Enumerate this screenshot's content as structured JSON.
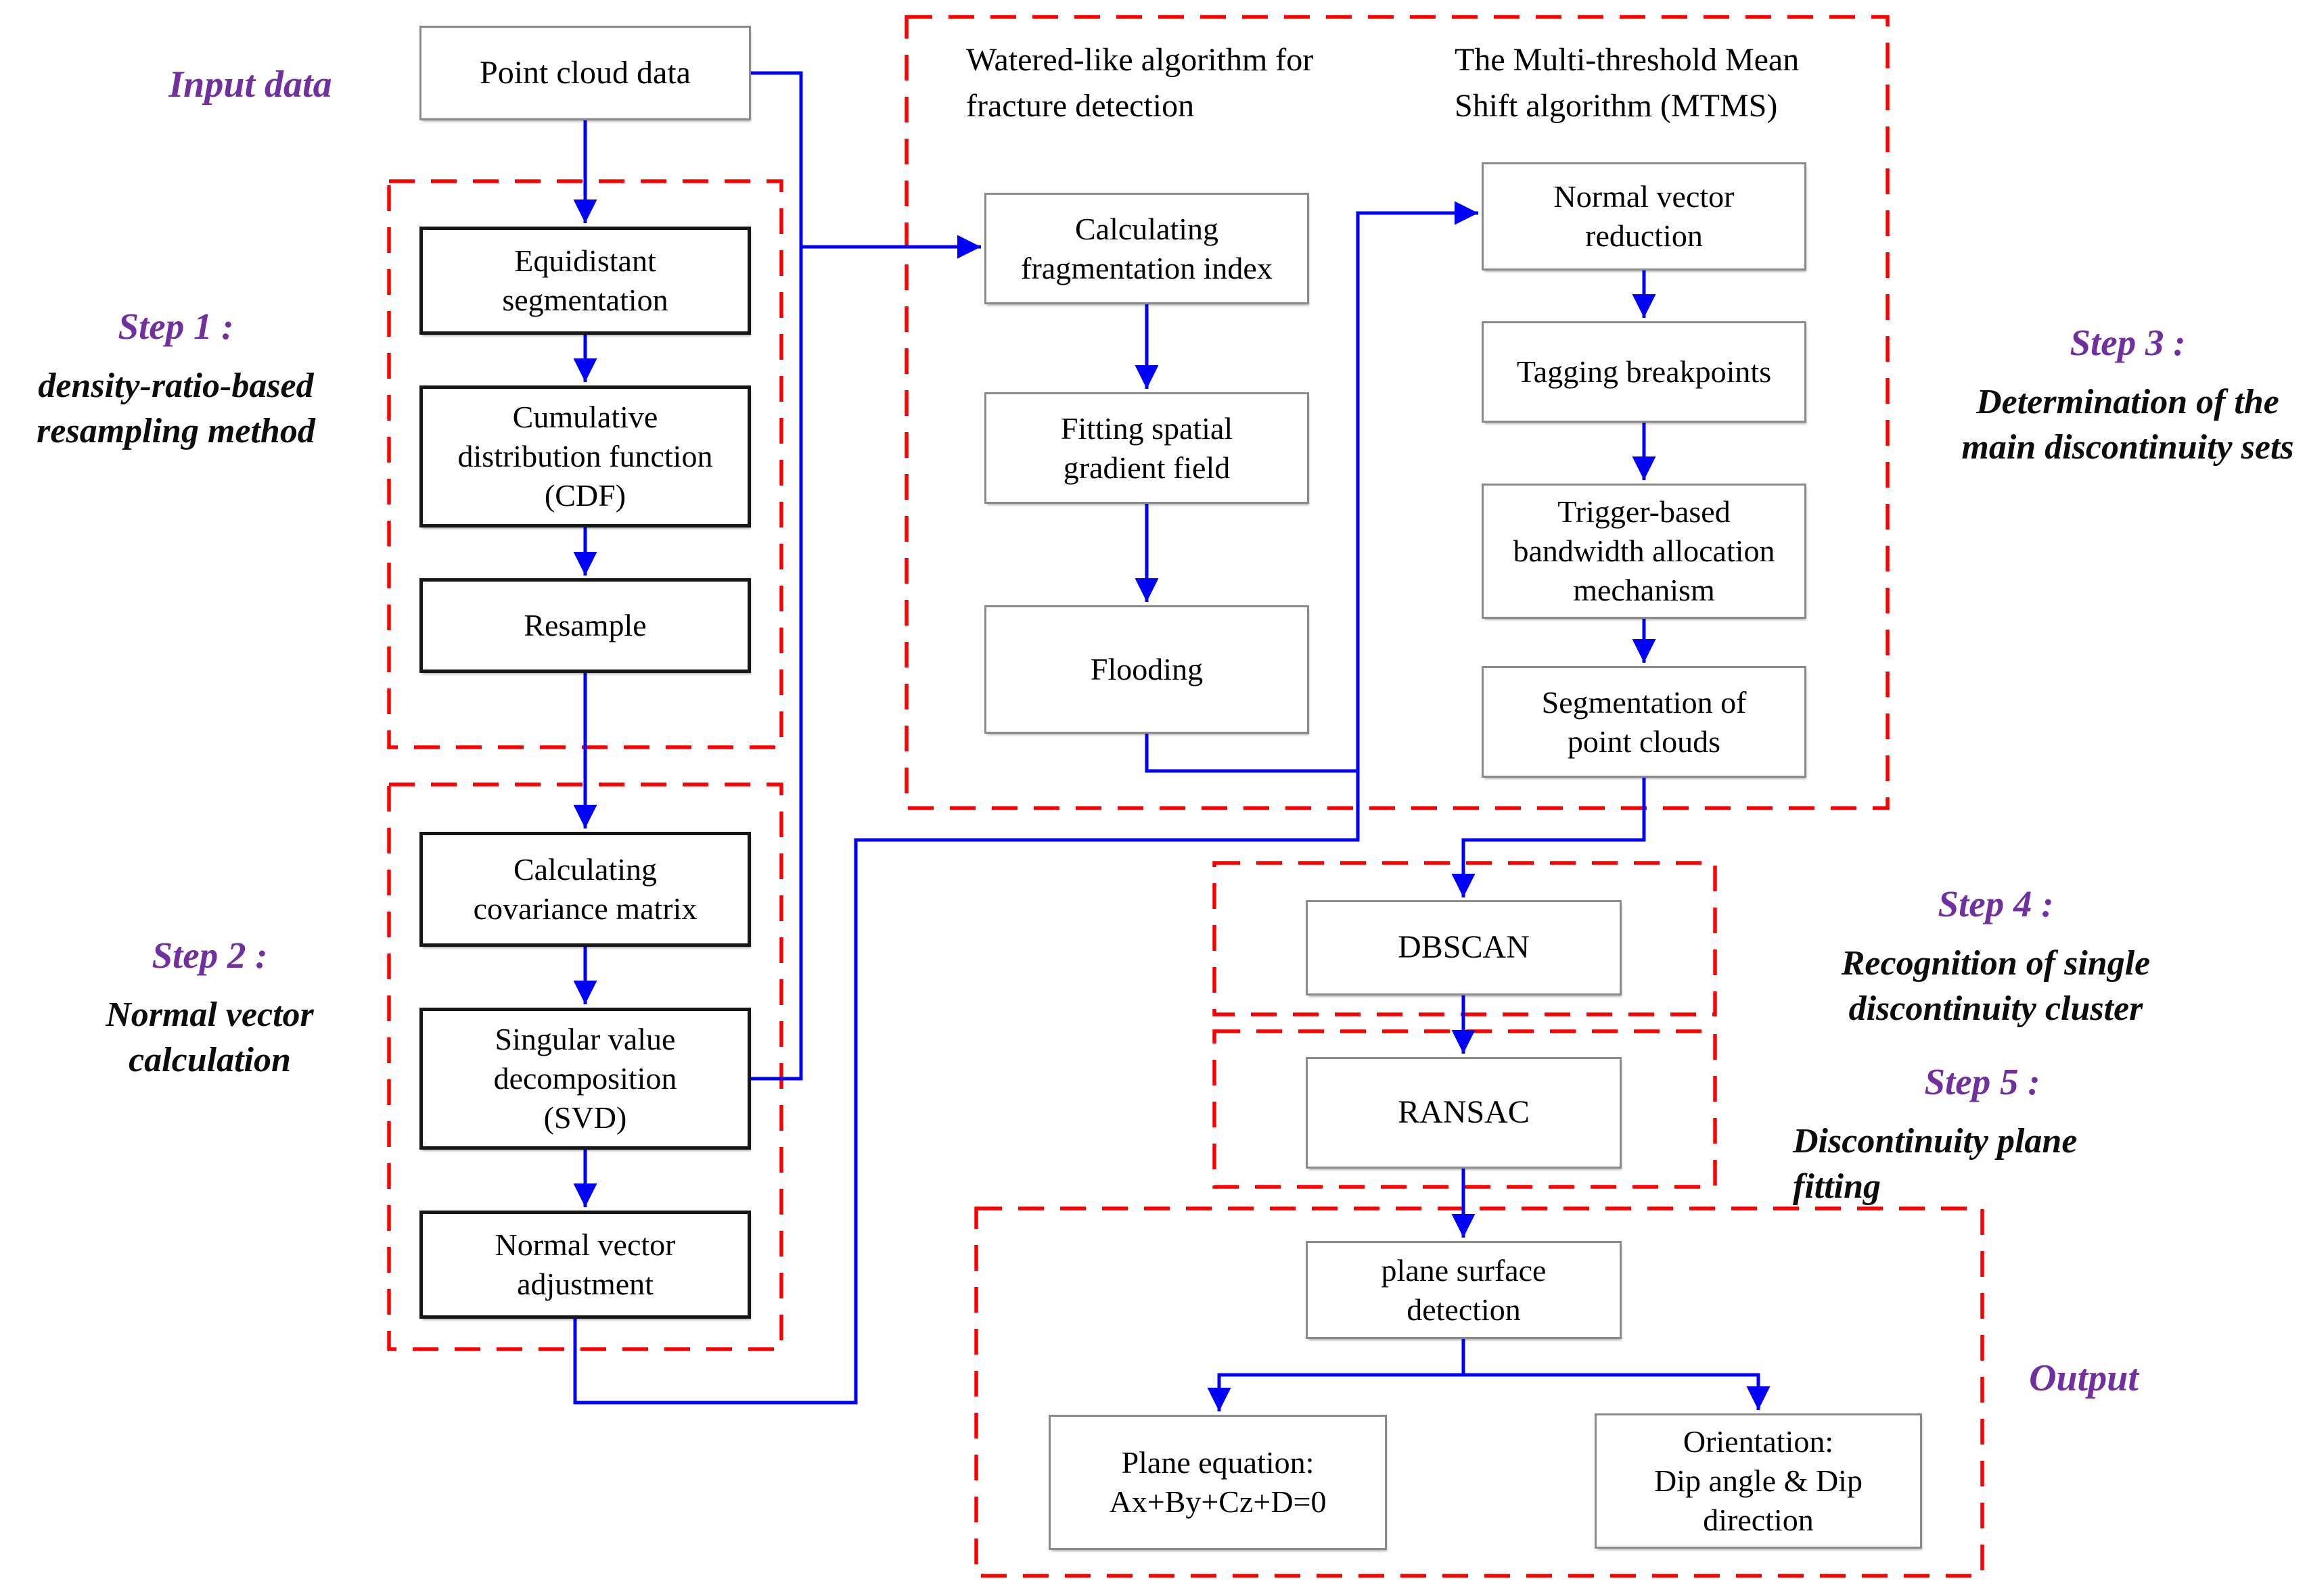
{
  "colors": {
    "wire_blue": "#0000ff",
    "dashed_red": "#ff0000",
    "accent_purple": "#7030A0",
    "dark_box_border": "#161616",
    "light_box_border": "#8a8a8a"
  },
  "sections": {
    "input_label": "Input data",
    "output_label": "Output",
    "watershed_title": "Watered-like algorithm for\nfracture detection",
    "mtms_title": "The Multi-threshold Mean\nShift algorithm (MTMS)",
    "step1": {
      "title": "Step 1 :",
      "body": "density-ratio-based\nresampling method"
    },
    "step2": {
      "title": "Step 2 :",
      "body": "Normal vector\ncalculation"
    },
    "step3": {
      "title": "Step 3 :",
      "body": "Determination of the\nmain discontinuity sets"
    },
    "step4": {
      "title": "Step 4 :",
      "body": "Recognition of single\ndiscontinuity cluster"
    },
    "step5": {
      "title": "Step 5 :",
      "body": "Discontinuity plane\nfitting"
    }
  },
  "nodes": {
    "point_cloud_data": "Point cloud data",
    "equidistant": "Equidistant\nsegmentation",
    "cdf": "Cumulative\ndistribution function\n(CDF)",
    "resample": "Resample",
    "covariance": "Calculating\ncovariance matrix",
    "svd": "Singular value\ndecomposition\n(SVD)",
    "normal_vector_adjustment": "Normal vector\nadjustment",
    "fragmentation_index": "Calculating\nfragmentation index",
    "fitting_gradient": "Fitting spatial\ngradient field",
    "flooding": "Flooding",
    "normal_vector_reduction": "Normal vector\nreduction",
    "tagging_breakpoints": "Tagging breakpoints",
    "trigger_bandwidth": "Trigger-based\nbandwidth allocation\nmechanism",
    "segmentation_point_clouds": "Segmentation of\npoint clouds",
    "dbscan": "DBSCAN",
    "ransac": "RANSAC",
    "plane_surface_detection": "plane surface\ndetection",
    "plane_equation": "Plane equation:\nAx+By+Cz+D=0",
    "orientation": "Orientation:\nDip angle & Dip\ndirection"
  }
}
